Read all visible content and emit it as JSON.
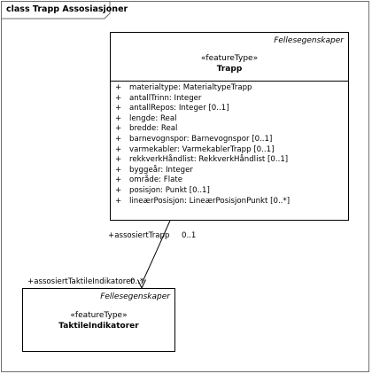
{
  "frame": {
    "title": "class Trapp Assosiasjoner"
  },
  "trapp": {
    "tag": "Fellesegenskaper",
    "stereotype": "«featureType»",
    "name": "Trapp",
    "attributes": [
      {
        "vis": "+",
        "text": "materialtype: MaterialtypeTrapp"
      },
      {
        "vis": "+",
        "text": "antallTrinn: Integer"
      },
      {
        "vis": "+",
        "text": "antallRepos: Integer [0..1]"
      },
      {
        "vis": "+",
        "text": "lengde: Real"
      },
      {
        "vis": "+",
        "text": "bredde: Real"
      },
      {
        "vis": "+",
        "text": "barnevognspor: Barnevognspor [0..1]"
      },
      {
        "vis": "+",
        "text": "varmekabler: VarmekablerTrapp [0..1]"
      },
      {
        "vis": "+",
        "text": "rekkverkHåndlist: RekkverkHåndlist [0..1]"
      },
      {
        "vis": "+",
        "text": "byggeår: Integer"
      },
      {
        "vis": "+",
        "text": "område: Flate"
      },
      {
        "vis": "+",
        "text": "posisjon: Punkt [0..1]"
      },
      {
        "vis": "+",
        "text": "lineærPosisjon: LineærPosisjonPunkt [0..*]"
      }
    ]
  },
  "taktile": {
    "tag": "Fellesegenskaper",
    "stereotype": "«featureType»",
    "name": "TaktileIndikatorer"
  },
  "association": {
    "source_role": "+assosiertTrapp",
    "source_multiplicity": "0..1",
    "target_role": "+assosiertTaktileIndikatorer",
    "target_multiplicity": "0..*"
  },
  "colors": {
    "frame": "#6e6e6e",
    "line": "#000000",
    "fill": "#ffffff"
  }
}
